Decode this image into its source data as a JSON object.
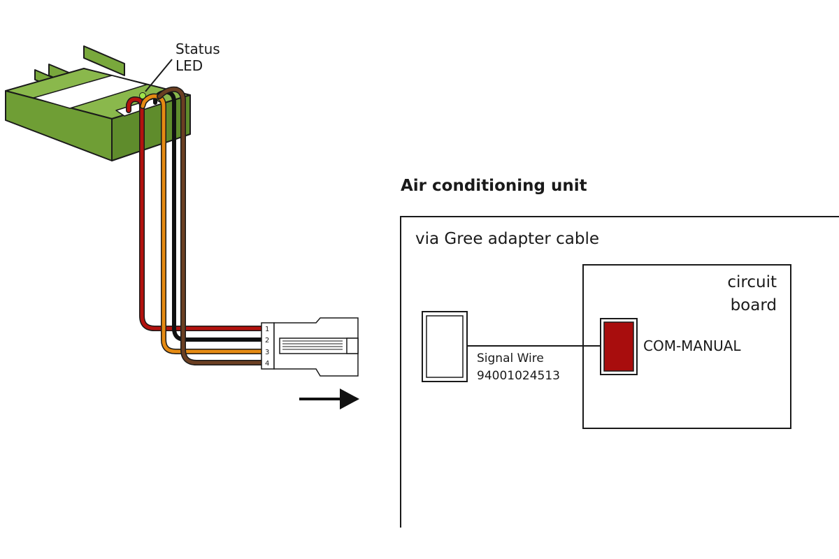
{
  "diagram": {
    "module": {
      "status_led_line1": "Status",
      "status_led_line2": "LED"
    },
    "connector": {
      "pins": [
        "1",
        "2",
        "3",
        "4"
      ]
    },
    "ac_unit": {
      "title": "Air conditioning unit",
      "subtitle": "via Gree adapter cable",
      "circuit_board_line1": "circuit",
      "circuit_board_line2": "board",
      "port_label": "COM-MANUAL",
      "signal_wire_label": "Signal Wire",
      "signal_wire_part_number": "94001024513"
    },
    "colors": {
      "module_green": "#79a83c",
      "wire_red": "#b3120e",
      "wire_orange": "#e58a12",
      "wire_black": "#111111",
      "wire_brown": "#6b3f22",
      "port_red": "#a80d0d",
      "led_green": "#9fe44a"
    }
  }
}
